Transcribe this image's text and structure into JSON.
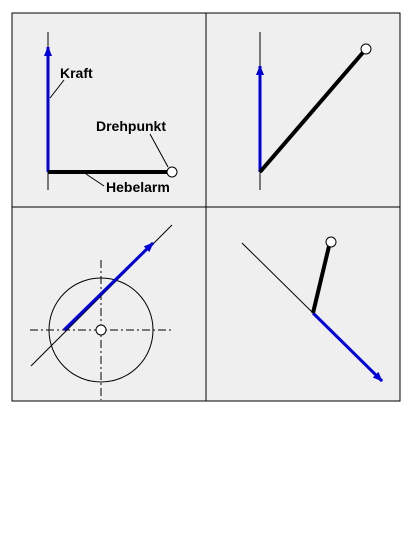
{
  "colors": {
    "panel_bg": "#efefef",
    "border": "#000000",
    "force_arrow": "#0000dd",
    "lever_arm": "#000000",
    "thin_line": "#000000",
    "pivot_fill": "#ffffff"
  },
  "panels": {
    "top_left": {
      "label_force": "Kraft",
      "label_pivot": "Drehpunkt",
      "label_lever": "Hebelarm"
    }
  }
}
